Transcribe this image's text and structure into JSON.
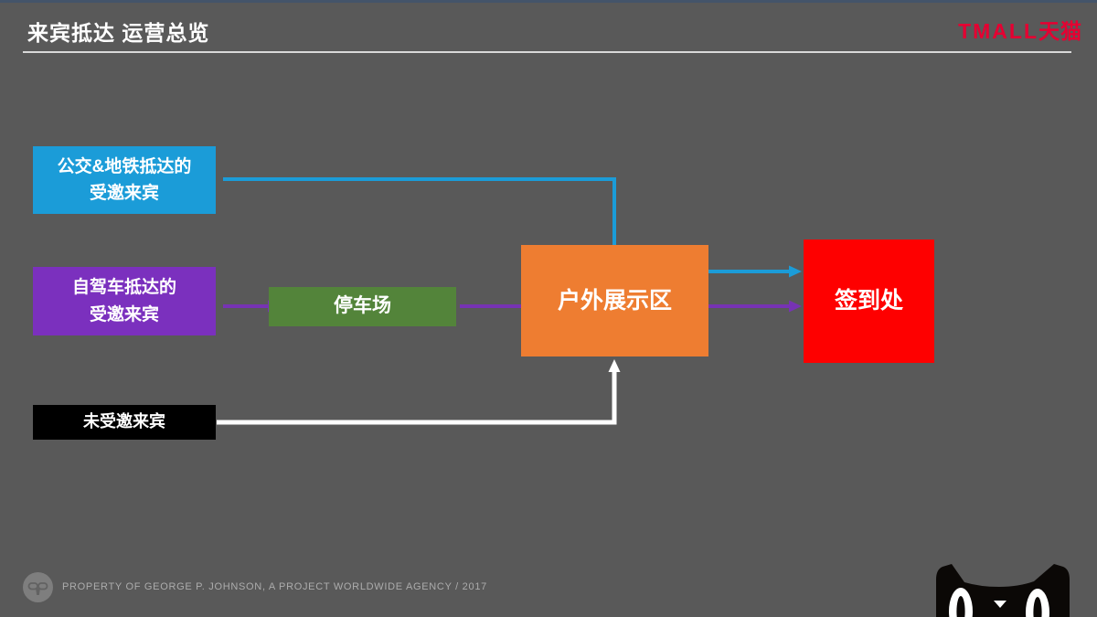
{
  "slide": {
    "title": "来宾抵达 运营总览",
    "background_color": "#595959",
    "top_accent_color": "#44546A"
  },
  "brand": {
    "name": "TMALL",
    "name_cn": "天猫",
    "color": "#E50032"
  },
  "diagram": {
    "nodes": {
      "bus": {
        "line1": "公交&地铁抵达的",
        "line2": "受邀来宾",
        "color": "#1B9CD8"
      },
      "car": {
        "line1": "自驾车抵达的",
        "line2": "受邀来宾",
        "color": "#7B30BE"
      },
      "parking": {
        "label": "停车场",
        "color": "#53843A"
      },
      "outdoor": {
        "label": "户外展示区",
        "color": "#EE7D31"
      },
      "checkin": {
        "label": "签到处",
        "color": "#FE0000"
      },
      "uninvited": {
        "label": "未受邀来宾",
        "color": "#000000"
      }
    },
    "edges": [
      {
        "from": "bus",
        "to": "outdoor",
        "color": "#1B9CD8"
      },
      {
        "from": "car",
        "to": "parking",
        "color": "#7733B4"
      },
      {
        "from": "parking",
        "to": "outdoor",
        "color": "#7733B4"
      },
      {
        "from": "outdoor",
        "to": "checkin",
        "color": "#1B9CD8"
      },
      {
        "from": "outdoor",
        "to": "checkin",
        "color": "#7733B4"
      },
      {
        "from": "uninvited",
        "to": "outdoor",
        "color": "#FFFFFF"
      }
    ]
  },
  "footer": {
    "text": "PROPERTY OF GEORGE P. JOHNSON, A PROJECT WORLDWIDE AGENCY /  2017"
  }
}
